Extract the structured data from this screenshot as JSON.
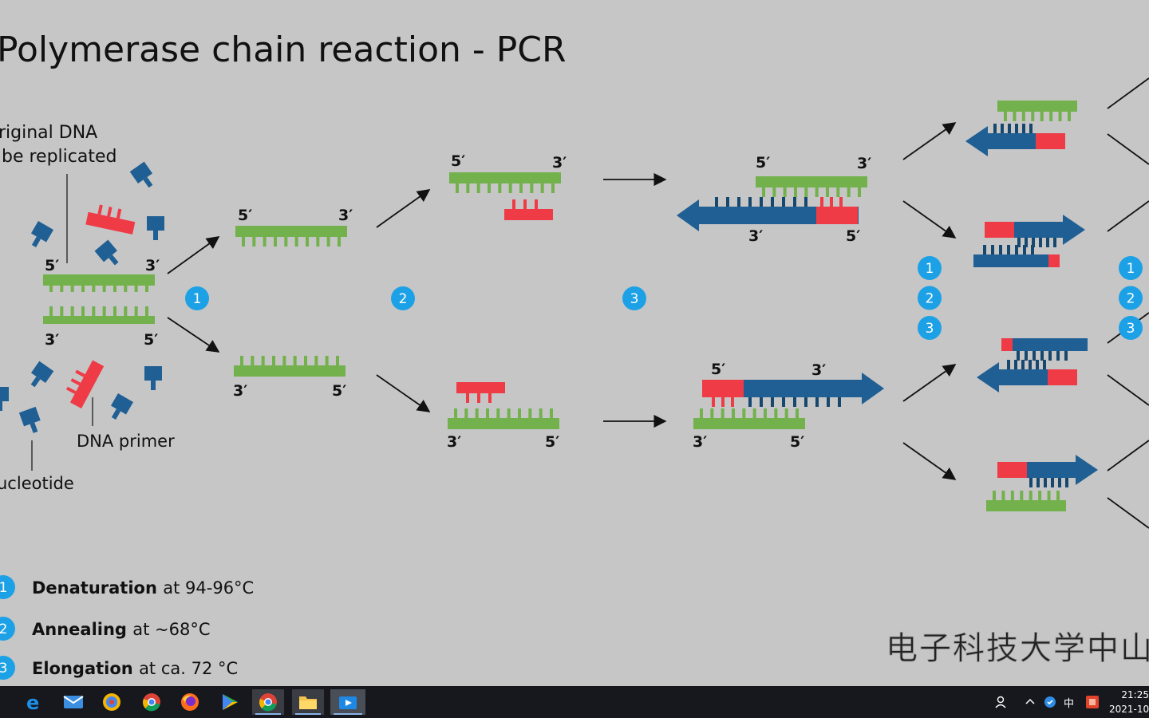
{
  "title": "Polymerase chain reaction - PCR",
  "labels": {
    "original_dna_line1": "riginal DNA",
    "original_dna_line2": "be replicated",
    "dna_primer": "DNA primer",
    "nucleotide": "ucleotide"
  },
  "ends": {
    "five": "5′",
    "three": "3′"
  },
  "steps": [
    {
      "num": "1",
      "name": "Denaturation",
      "detail": "at 94-96°C"
    },
    {
      "num": "2",
      "name": "Annealing",
      "detail": "at ~68°C"
    },
    {
      "num": "3",
      "name": "Elongation",
      "detail": "at ca. 72 °C"
    }
  ],
  "watermark": "电子科技大学中山",
  "colors": {
    "template_green": "#72b14b",
    "primer_red": "#ee3b46",
    "new_strand_blue": "#1f5f93",
    "badge_blue": "#1da1e6"
  },
  "taskbar": {
    "apps": [
      "edge-icon",
      "mail-icon",
      "photos-icon",
      "chrome-icon",
      "firefox-icon",
      "play-icon",
      "chrome-icon-2",
      "file-explorer-icon",
      "media-player-icon"
    ],
    "ime": "中",
    "time": "21:25",
    "date": "2021-10"
  }
}
